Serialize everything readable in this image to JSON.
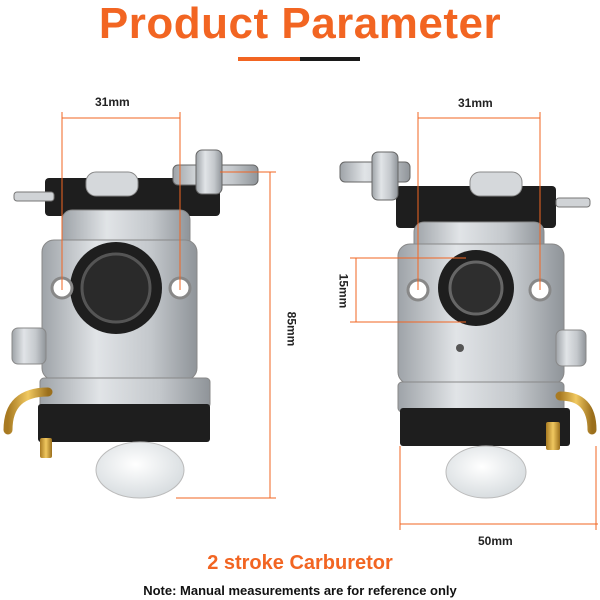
{
  "header": {
    "title": "Product Parameter"
  },
  "dimensions": {
    "front_width": "31mm",
    "front_height": "85mm",
    "side_width": "31mm",
    "side_port": "15mm",
    "side_depth": "50mm"
  },
  "footer": {
    "product_name": "2 stroke Carburetor",
    "note": "Note: Manual measurements are for reference only"
  },
  "colors": {
    "accent": "#f26522",
    "dimension_line": "#f26522",
    "body_metal": "#c9cdd1",
    "bracket": "#1e1e1e"
  }
}
